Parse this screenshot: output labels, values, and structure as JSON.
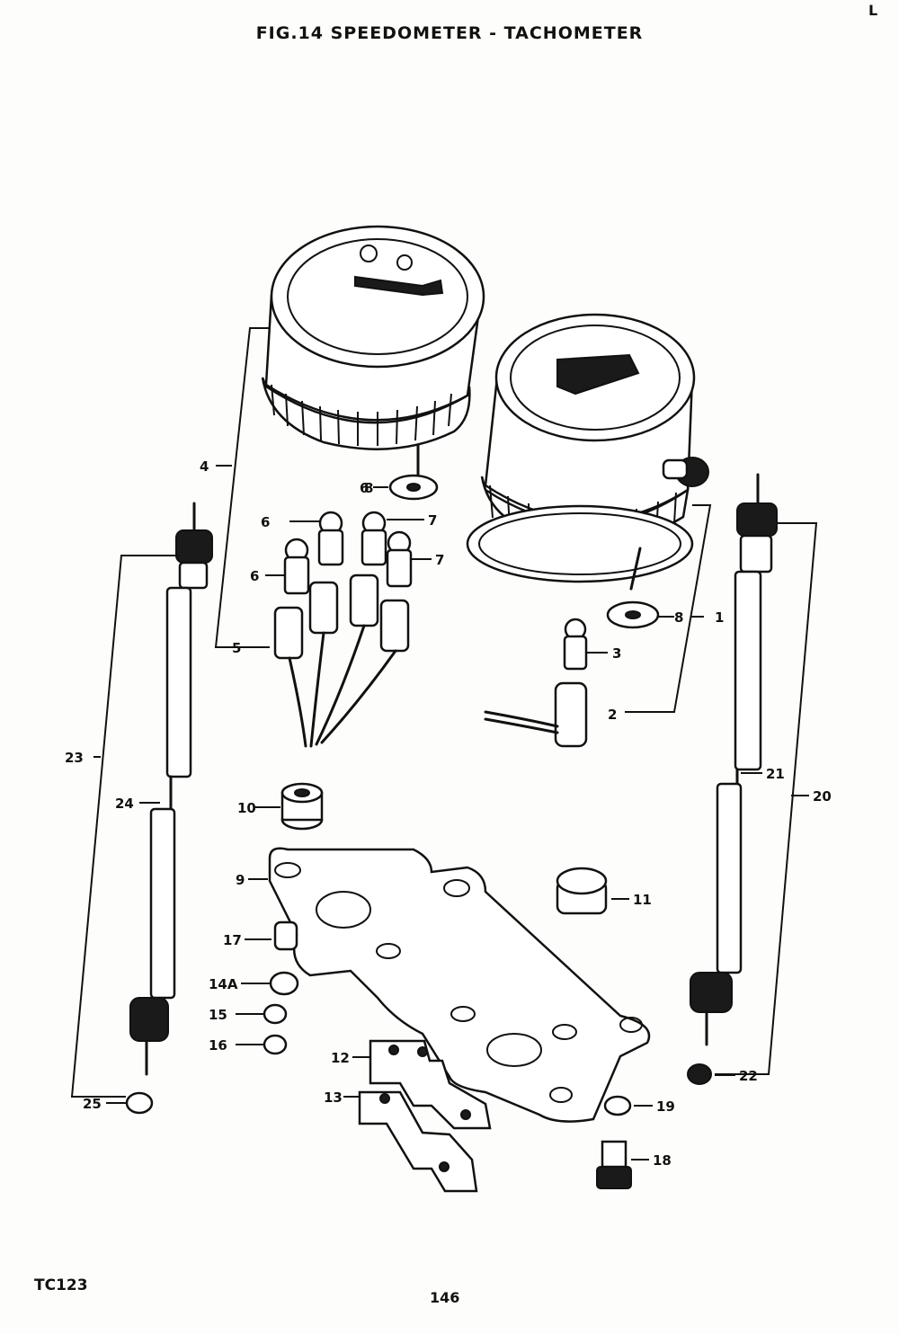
{
  "figure": {
    "title": "FIG.14  SPEEDOMETER - TACHOMETER",
    "code": "TC123",
    "page_number": "146",
    "corner_mark": "L"
  },
  "callouts": {
    "n1": "1",
    "n2": "2",
    "n3": "3",
    "n4": "4",
    "n5": "5",
    "n6a": "6",
    "n6b": "6",
    "n6c": "6",
    "n7a": "7",
    "n7b": "7",
    "n8a": "8",
    "n8b": "8",
    "n9": "9",
    "n10": "10",
    "n11": "11",
    "n12": "12",
    "n13": "13",
    "n14a": "14A",
    "n15": "15",
    "n16": "16",
    "n17": "17",
    "n18": "18",
    "n19": "19",
    "n20": "20",
    "n21": "21",
    "n22": "22",
    "n23": "23",
    "n24": "24",
    "n25": "25"
  }
}
